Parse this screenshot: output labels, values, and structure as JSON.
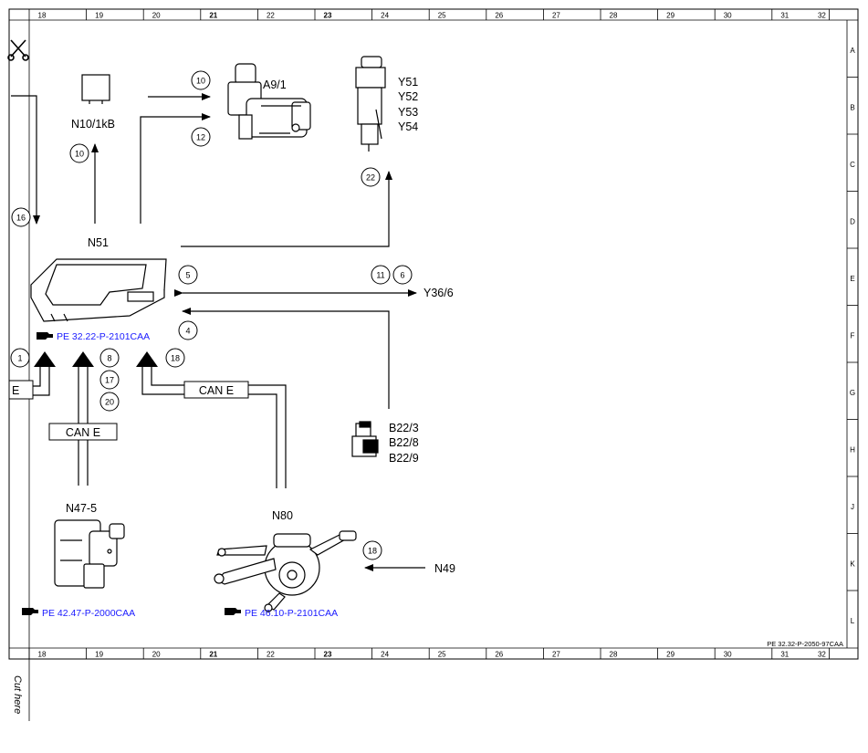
{
  "top_ruler": [
    "18",
    "19",
    "20",
    "21",
    "22",
    "23",
    "24",
    "25",
    "26",
    "27",
    "28",
    "29",
    "30",
    "31",
    "32"
  ],
  "bottom_ruler": [
    "18",
    "19",
    "20",
    "21",
    "22",
    "23",
    "24",
    "25",
    "26",
    "27",
    "28",
    "29",
    "30",
    "31",
    "32"
  ],
  "side_ruler": [
    "A",
    "B",
    "C",
    "D",
    "E",
    "F",
    "G",
    "H",
    "J",
    "K",
    "L"
  ],
  "components": {
    "a9_1": "A9/1",
    "n10": "N10/1kB",
    "y51": "Y51",
    "y52": "Y52",
    "y53": "Y53",
    "y54": "Y54",
    "n51": "N51",
    "y36_6": "Y36/6",
    "b22_3": "B22/3",
    "b22_8": "B22/8",
    "b22_9": "B22/9",
    "n47_5": "N47-5",
    "n80": "N80",
    "n49": "N49"
  },
  "bus_labels": {
    "can_left": "E",
    "can_mid": "CAN E",
    "can_right": "CAN E"
  },
  "callouts": {
    "c10_top": "10",
    "c12": "12",
    "c10_n10": "10",
    "c16": "16",
    "c22": "22",
    "c5": "5",
    "c11": "11",
    "c6": "6",
    "c4": "4",
    "c1": "1",
    "c8": "8",
    "c17": "17",
    "c20": "20",
    "c18_top": "18",
    "c18_n80": "18"
  },
  "references": {
    "n51": "PE 32.22-P-2101CAA",
    "n47_5": "PE 42.47-P-2000CAA",
    "n80": "PE 46.10-P-2101CAA",
    "doc": "PE 32.32-P-2050-97CAA"
  },
  "cut_here": "Cut here"
}
